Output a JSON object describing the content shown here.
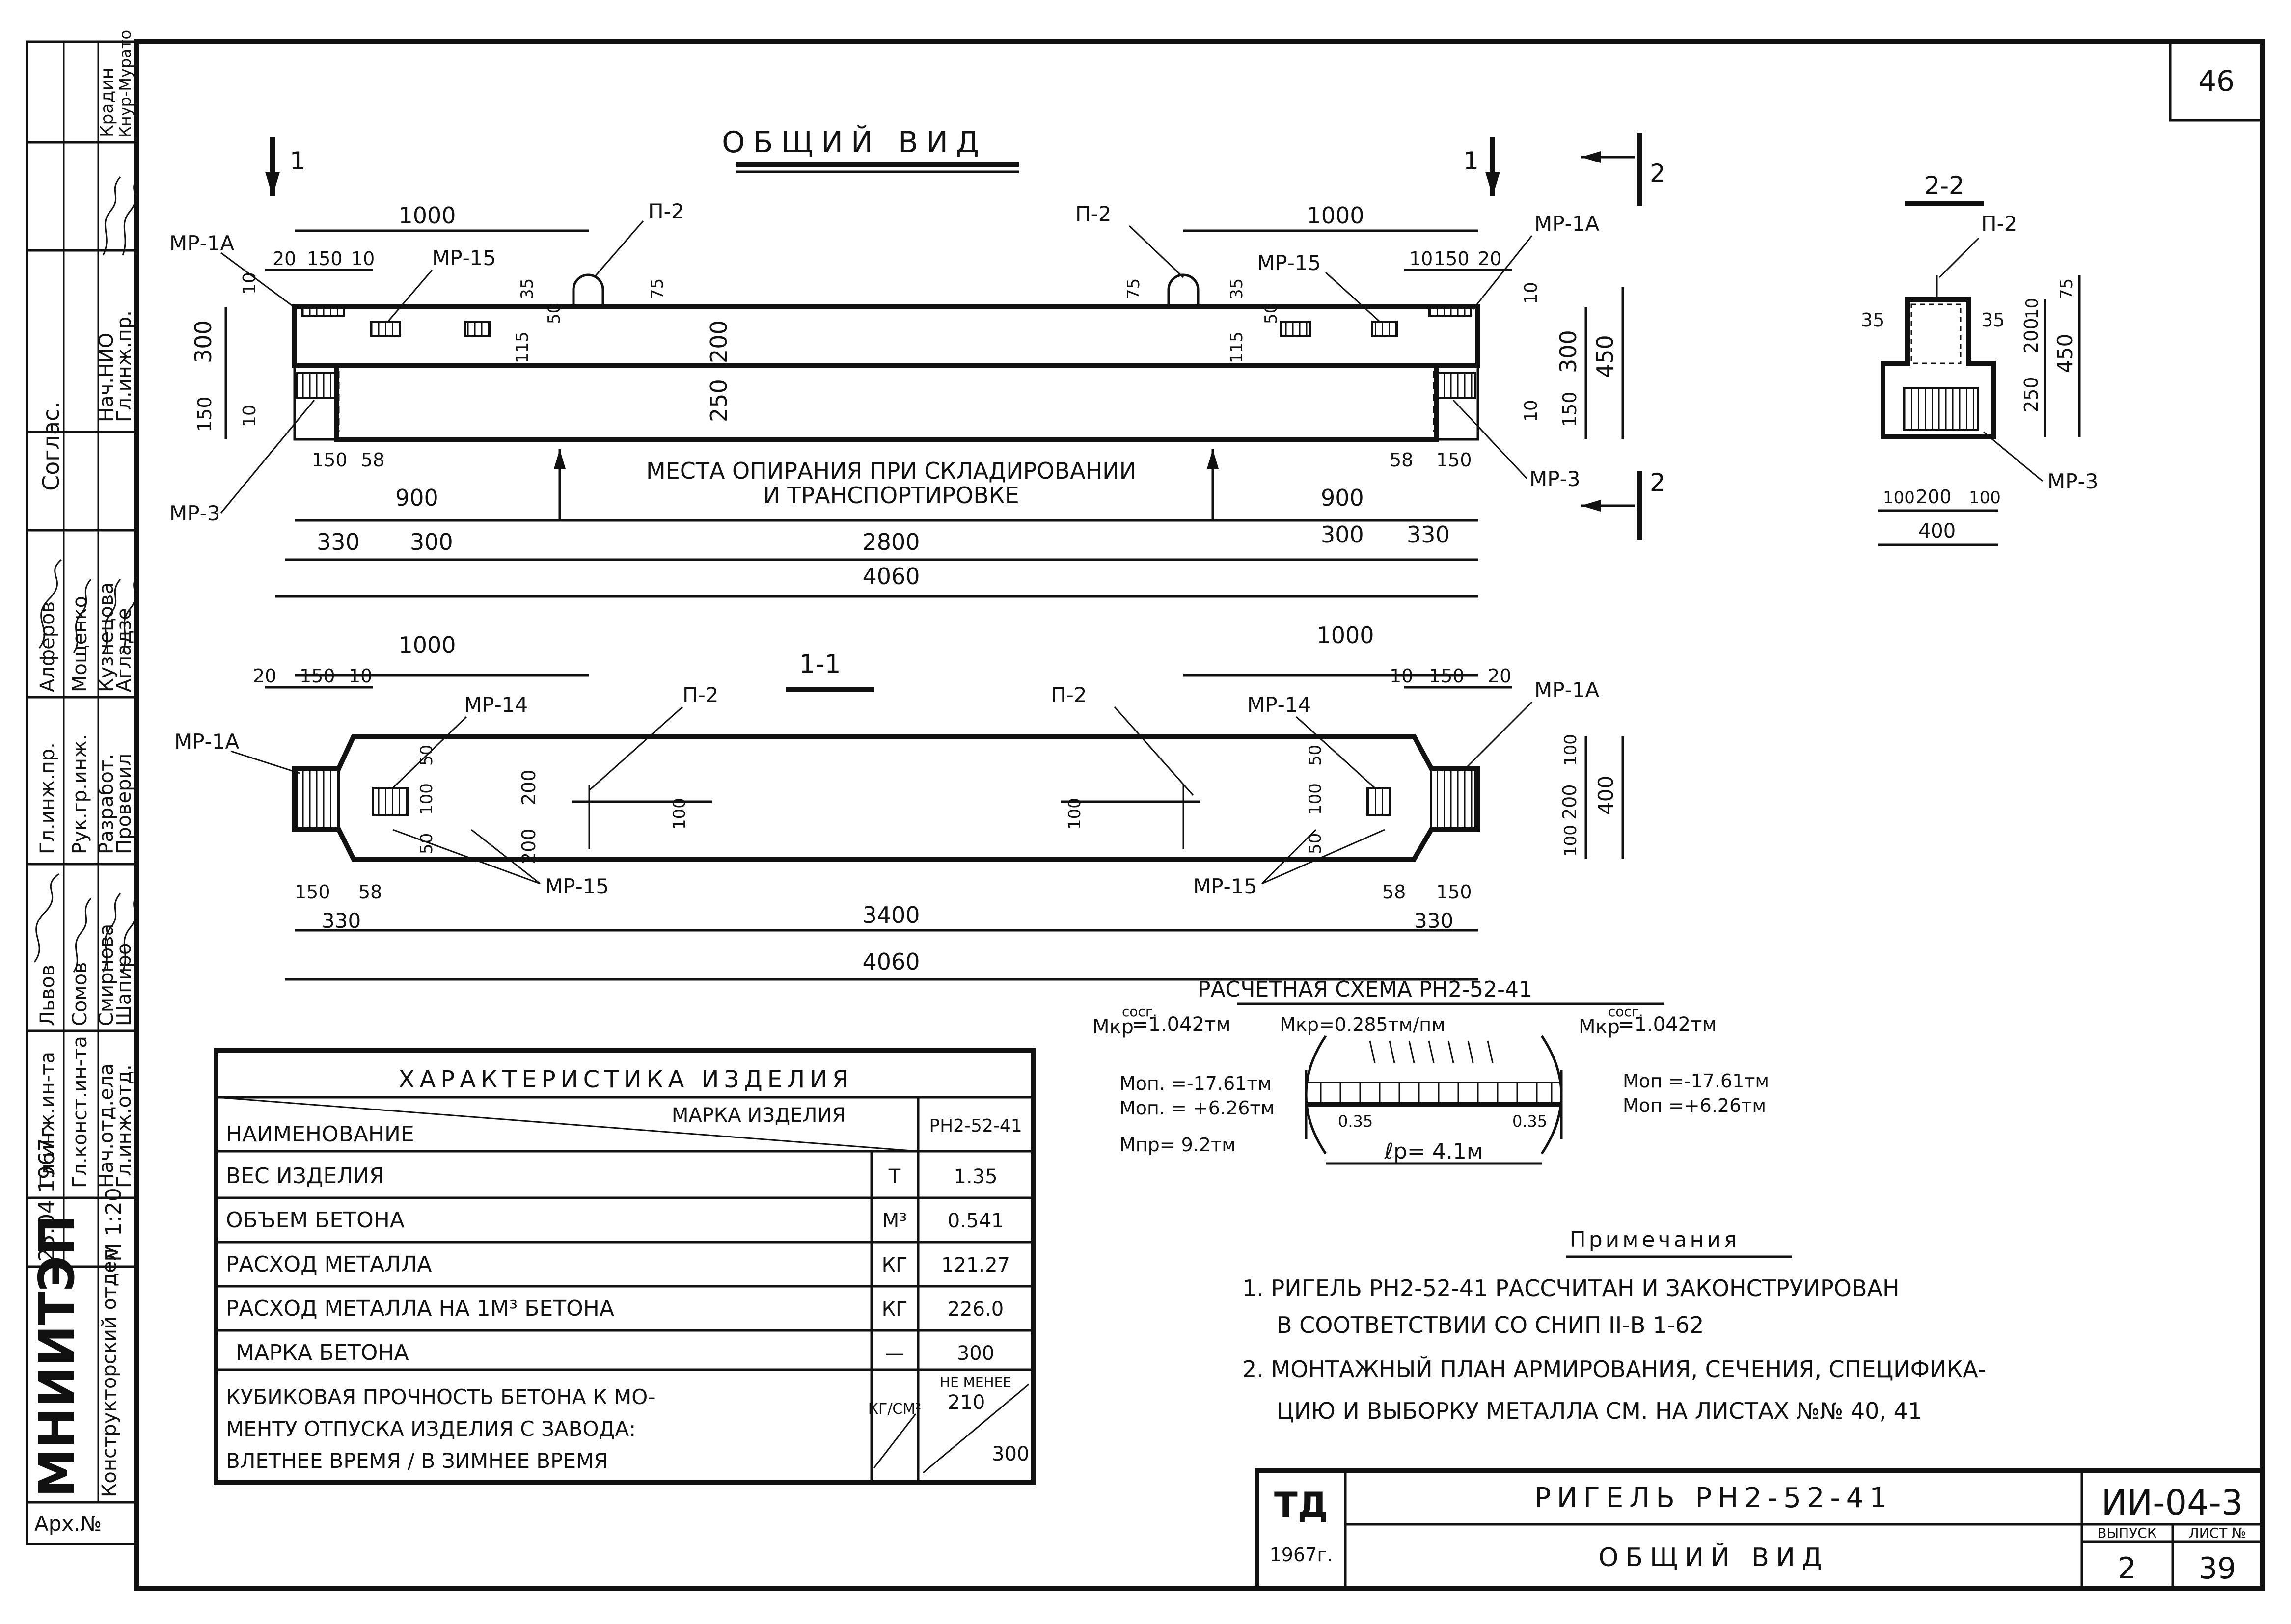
{
  "sheet_number": "46",
  "side_stamp": {
    "roles": [
      "Гл.инж.ин-та",
      "Гл.конст.ин-та",
      "Нач.отд.ела",
      "Гл.инж.отд.",
      "Гл.инж.пр.",
      "Рук.гр.инж.",
      "Разработ.",
      "Проверил",
      "Нач.НИО",
      "Гл.инж.пр."
    ],
    "names": [
      "Львов",
      "Сомов",
      "Смирнова",
      "Шапиро",
      "Алферов",
      "Мощенко",
      "Кузнецова",
      "Агладзе",
      "Крадин",
      "Кнур-Мурато"
    ],
    "date": "25.04 1967г",
    "scale": "М 1:20",
    "org": "МНИИТЭП",
    "dept": "Конструкторский отдел",
    "agreed": "Соглас.",
    "archive": "Арх.№"
  },
  "views": {
    "general_title": "ОБЩИЙ ВИД",
    "section_1_title": "1-1",
    "section_2_title": "2-2",
    "section_marks": [
      "1",
      "1",
      "2",
      "2"
    ],
    "support_note_line1": "МЕСТА ОПИРАНИЯ ПРИ СКЛАДИРОВАНИИ",
    "support_note_line2": "И ТРАНСПОРТИРОВКЕ"
  },
  "labels": {
    "mr1a": "МР-1А",
    "mr3": "МР-3",
    "mr14": "МР-14",
    "mr15": "МР-15",
    "p2": "П-2"
  },
  "dims_general": {
    "d1000": "1000",
    "d20": "20",
    "d150": "150",
    "d10": "10",
    "d300": "300",
    "d200": "200",
    "d250": "250",
    "d450": "450",
    "d115": "115",
    "d50": "50",
    "d35": "35",
    "d75": "75",
    "d58": "58",
    "d900": "900",
    "d330": "330",
    "d2800": "2800",
    "d4060": "4060",
    "d3400": "3400",
    "d100": "100",
    "d400": "400"
  },
  "calc_scheme": {
    "title": "РАСЧЕТНАЯ СХЕМА РН2-52-41",
    "m_left": "Мкр",
    "m_sup": "сосг.",
    "m_left_val": "=1.042тм",
    "m_mid": "Мкр=0.285тм/пм",
    "m_right_val": "=1.042тм",
    "mon_l1": "Моп. =-17.61тм",
    "mon_l2": "Моп. = +6.26тм",
    "mpr": "Мпр= 9.2тм",
    "mon_r1": "Моп =-17.61тм",
    "mon_r2": "Моп =+6.26тм",
    "a_left": "0.35",
    "a_right": "0.35",
    "span": "ℓр= 4.1м"
  },
  "spec_table": {
    "title": "ХАРАКТЕРИСТИКА ИЗДЕЛИЯ",
    "header_mark": "МАРКА ИЗДЕЛИЯ",
    "header_name": "НАИМЕНОВАНИЕ",
    "header_code": "РН2-52-41",
    "rows": [
      {
        "name": "ВЕС ИЗДЕЛИЯ",
        "unit": "Т",
        "value": "1.35"
      },
      {
        "name": "ОБЪЕМ БЕТОНА",
        "unit": "М³",
        "value": "0.541"
      },
      {
        "name": "РАСХОД МЕТАЛЛА",
        "unit": "КГ",
        "value": "121.27"
      },
      {
        "name": "РАСХОД МЕТАЛЛА НА 1М³ БЕТОНА",
        "unit": "КГ",
        "value": "226.0"
      },
      {
        "name": "МАРКА БЕТОНА",
        "unit": "—",
        "value": "300"
      }
    ],
    "last_row_l1": "КУБИКОВАЯ ПРОЧНОСТЬ БЕТОНА К МО-",
    "last_row_l2": "МЕНТУ ОТПУСКА ИЗДЕЛИЯ С ЗАВОДА:",
    "last_row_l3": "ВЛЕТНЕЕ ВРЕМЯ / В ЗИМНЕЕ ВРЕМЯ",
    "last_unit": "КГ/СМ²",
    "last_note": "НЕ МЕНЕЕ",
    "last_v1": "210",
    "last_v2": "300"
  },
  "notes": {
    "title": "Примечания",
    "n1_l1": "1. РИГЕЛЬ РН2-52-41 РАССЧИТАН И ЗАКОНСТРУИРОВАН",
    "n1_l2": "В СООТВЕТСТВИИ СО СНИП II-В 1-62",
    "n2_l1": "2. МОНТАЖНЫЙ ПЛАН АРМИРОВАНИЯ, СЕЧЕНИЯ, СПЕЦИФИКА-",
    "n2_l2": "ЦИЮ И ВЫБОРКУ МЕТАЛЛА СМ. НА ЛИСТАХ №№ 40, 41"
  },
  "title_block": {
    "td": "ТД",
    "year": "1967г.",
    "name": "РИГЕЛЬ РН2-52-41",
    "subtitle": "ОБЩИЙ ВИД",
    "code": "ИИ-04-3",
    "issue_label": "ВЫПУСК",
    "issue": "2",
    "sheet_label": "ЛИСТ №",
    "sheet": "39"
  }
}
